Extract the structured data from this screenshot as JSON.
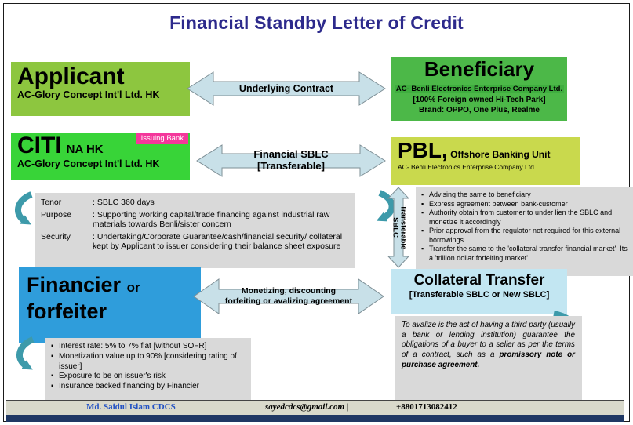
{
  "title": "Financial Standby Letter of Credit",
  "colors": {
    "title": "#2d2a8c",
    "applicant_box": "#8dc63f",
    "beneficiary_box": "#4cb848",
    "issuing_bank_box": "#38d438",
    "issuing_bank_badge": "#f4379b",
    "pbl_box": "#c9d94d",
    "financier_box": "#2f9ddb",
    "collateral_box": "#c2e6f2",
    "note_box": "#d9d9d9",
    "arrow_fill": "#c8e0e8",
    "curved_arrow": "#3d9aaa",
    "footer_accent": "#203864"
  },
  "boxes": {
    "applicant": {
      "title": "Applicant",
      "subtitle": "AC-Glory Concept Int'l Ltd. HK"
    },
    "beneficiary": {
      "title": "Beneficiary",
      "line1": "AC- Benli Electronics Enterprise Company Ltd.",
      "line2": "[100% Foreign owned Hi-Tech Park]",
      "line3": "Brand: OPPO, One Plus, Realme"
    },
    "issuing_bank": {
      "title": "CITI",
      "title_suffix": "NA HK",
      "badge": "Issuing Bank",
      "subtitle": "AC-Glory Concept Int'l Ltd. HK"
    },
    "pbl": {
      "title": "PBL,",
      "title_suffix": " Offshore Banking Unit",
      "subtitle": "AC- Benli Electronics Enterprise Company Ltd."
    },
    "financier": {
      "title_main": "Financier",
      "title_or": "or",
      "title_line2": "forfeiter"
    },
    "collateral": {
      "title": "Collateral Transfer",
      "subtitle": "[Transferable SBLC or New SBLC]"
    }
  },
  "arrows": {
    "underlying_contract": "Underlying Contract",
    "financial_sblc_line1": "Financial SBLC",
    "financial_sblc_line2": "[Transferable]",
    "transferable_line1": "Transferable",
    "transferable_line2": "SBLC",
    "monetizing_line1": "Monetizing, discounting",
    "monetizing_line2": "forfeiting or avalizing agreement"
  },
  "notes": {
    "sblc_terms": {
      "rows": [
        {
          "label": "Tenor",
          "value": ": SBLC 360 days"
        },
        {
          "label": "Purpose",
          "value": ": Supporting working capital/trade financing against industrial raw materials towards Benli/sister concern"
        },
        {
          "label": "Security",
          "value": ": Undertaking/Corporate Guarantee/cash/financial security/ collateral kept by Applicant to issuer considering their balance sheet exposure"
        }
      ]
    },
    "pbl_actions": [
      "Advising the same to beneficiary",
      "Express agreement between bank-customer",
      "Authority obtain from customer to under lien the SBLC and monetize it accordingly",
      "Prior approval from the regulator not required for this external borrowings",
      "Transfer the same to the 'collateral transfer financial market'. Its a 'trillion dollar forfeiting market'"
    ],
    "financier_terms": [
      "Interest rate: 5% to 7% flat [without SOFR]",
      "Monetization value up to 90% [considering rating of issuer]",
      "Exposure to be on issuer's risk",
      "Insurance backed financing by Financier"
    ],
    "avalize_definition_part1": "To avalize is the act of having a third party (usually a bank or lending institution) guarantee the obligations of a buyer to a seller as  per the terms of a contract, such as a ",
    "avalize_definition_part2": "promissory note or purchase agreement."
  },
  "footer": {
    "name": "Md. Saidul Islam CDCS",
    "email": "sayedcdcs@gmail.com |",
    "phone": "+8801713082412"
  }
}
